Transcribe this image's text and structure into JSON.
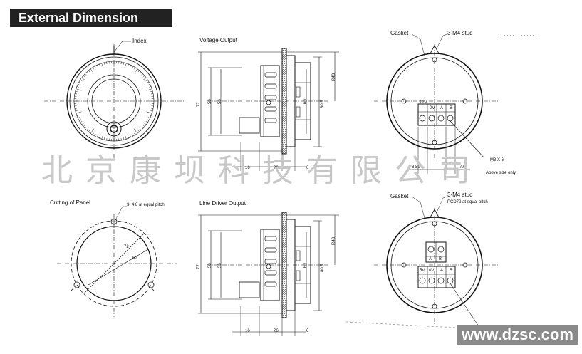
{
  "header": {
    "title": "External Dimension"
  },
  "labels": {
    "index": "Index",
    "voltage_output": "Voltage  Output",
    "line_driver_output": "Line Driver Output",
    "cutting_of_panel": "Cutting of Panel",
    "gasket": "Gasket",
    "gasket2": "Gasket",
    "stud": "3-M4 stud",
    "stud2": "3-M4 stud",
    "pcd": "PCD72 at equal pitch",
    "hole": "3- 4.8 at equal pitch",
    "m3": "M3 X 6",
    "above": "Above size only",
    "phi72": "72",
    "phi62": "62"
  },
  "dims": {
    "d77": "77",
    "d56": "56",
    "d60": "60",
    "d80": "80.5",
    "r43": "R43",
    "d16": "16",
    "d26": "26",
    "d6": "6",
    "d889": "8.89",
    "d76": "7.6"
  },
  "terminals": {
    "v_top": "12V",
    "v_list": [
      "0V",
      "A",
      "B"
    ],
    "ld_top": [
      "A",
      "B"
    ],
    "ld_list": [
      "5V",
      "0V",
      "A",
      "B"
    ]
  },
  "watermark": {
    "chinese": "北京康坝科技有限公司",
    "url": "www.dzsc.com"
  }
}
